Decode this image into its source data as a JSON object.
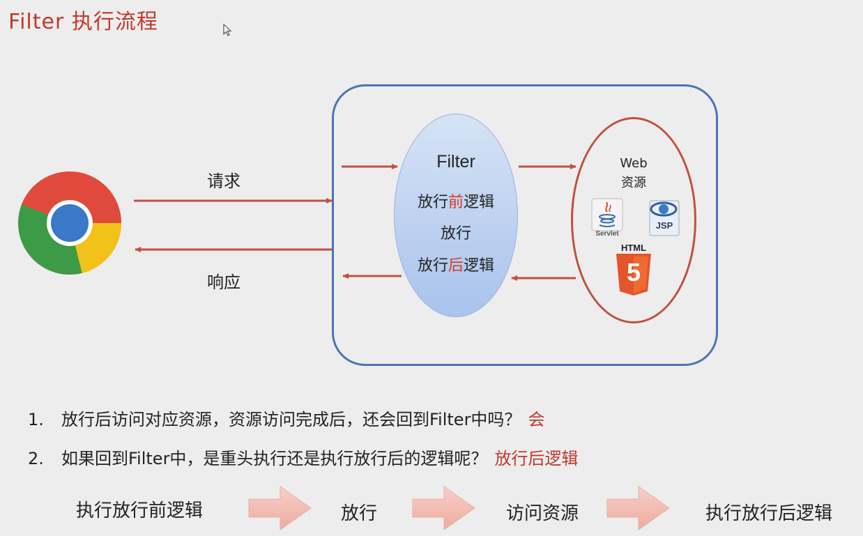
{
  "title": "Filter 执行流程",
  "labels": {
    "request": "请求",
    "response": "响应"
  },
  "filter": {
    "name": "Filter",
    "pre_prefix": "放行",
    "pre_highlight": "前",
    "pre_suffix": "逻辑",
    "pass": "放行",
    "post_prefix": "放行",
    "post_highlight": "后",
    "post_suffix": "逻辑"
  },
  "web": {
    "line1": "Web",
    "line2": "资源",
    "servlet": "Servlet",
    "jsp": "JSP",
    "html": "HTML",
    "html_num": "5"
  },
  "questions": [
    {
      "num": "1.",
      "text": "放行后访问对应资源，资源访问完成后，还会回到Filter中吗？",
      "answer": "会"
    },
    {
      "num": "2.",
      "text": "如果回到Filter中，是重头执行还是执行放行后的逻辑呢？",
      "answer": "放行后逻辑"
    }
  ],
  "steps": [
    "执行放行前逻辑",
    "放行",
    "访问资源",
    "执行放行后逻辑"
  ],
  "colors": {
    "title": "#c0392b",
    "box": "#4a74b4",
    "arrow": "#c0503e",
    "highlight": "#d23a2a"
  },
  "icons": [
    "cursor-icon",
    "chrome-icon",
    "java-servlet-icon",
    "jsp-icon",
    "html5-icon"
  ]
}
